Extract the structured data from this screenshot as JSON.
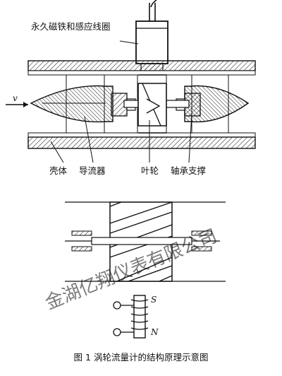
{
  "figure": {
    "caption": "图 1   涡轮流量计的结构原理示意图",
    "labels": {
      "magnet_coil": "永久磁铁和感应线圈",
      "flow_velocity": "v",
      "housing": "壳体",
      "flow_guide": "导流器",
      "impeller": "叶轮",
      "bearing_support": "轴承支撑",
      "pole_s": "S",
      "pole_n": "N"
    },
    "watermark": "金湖亿翔仪表有限公司"
  }
}
